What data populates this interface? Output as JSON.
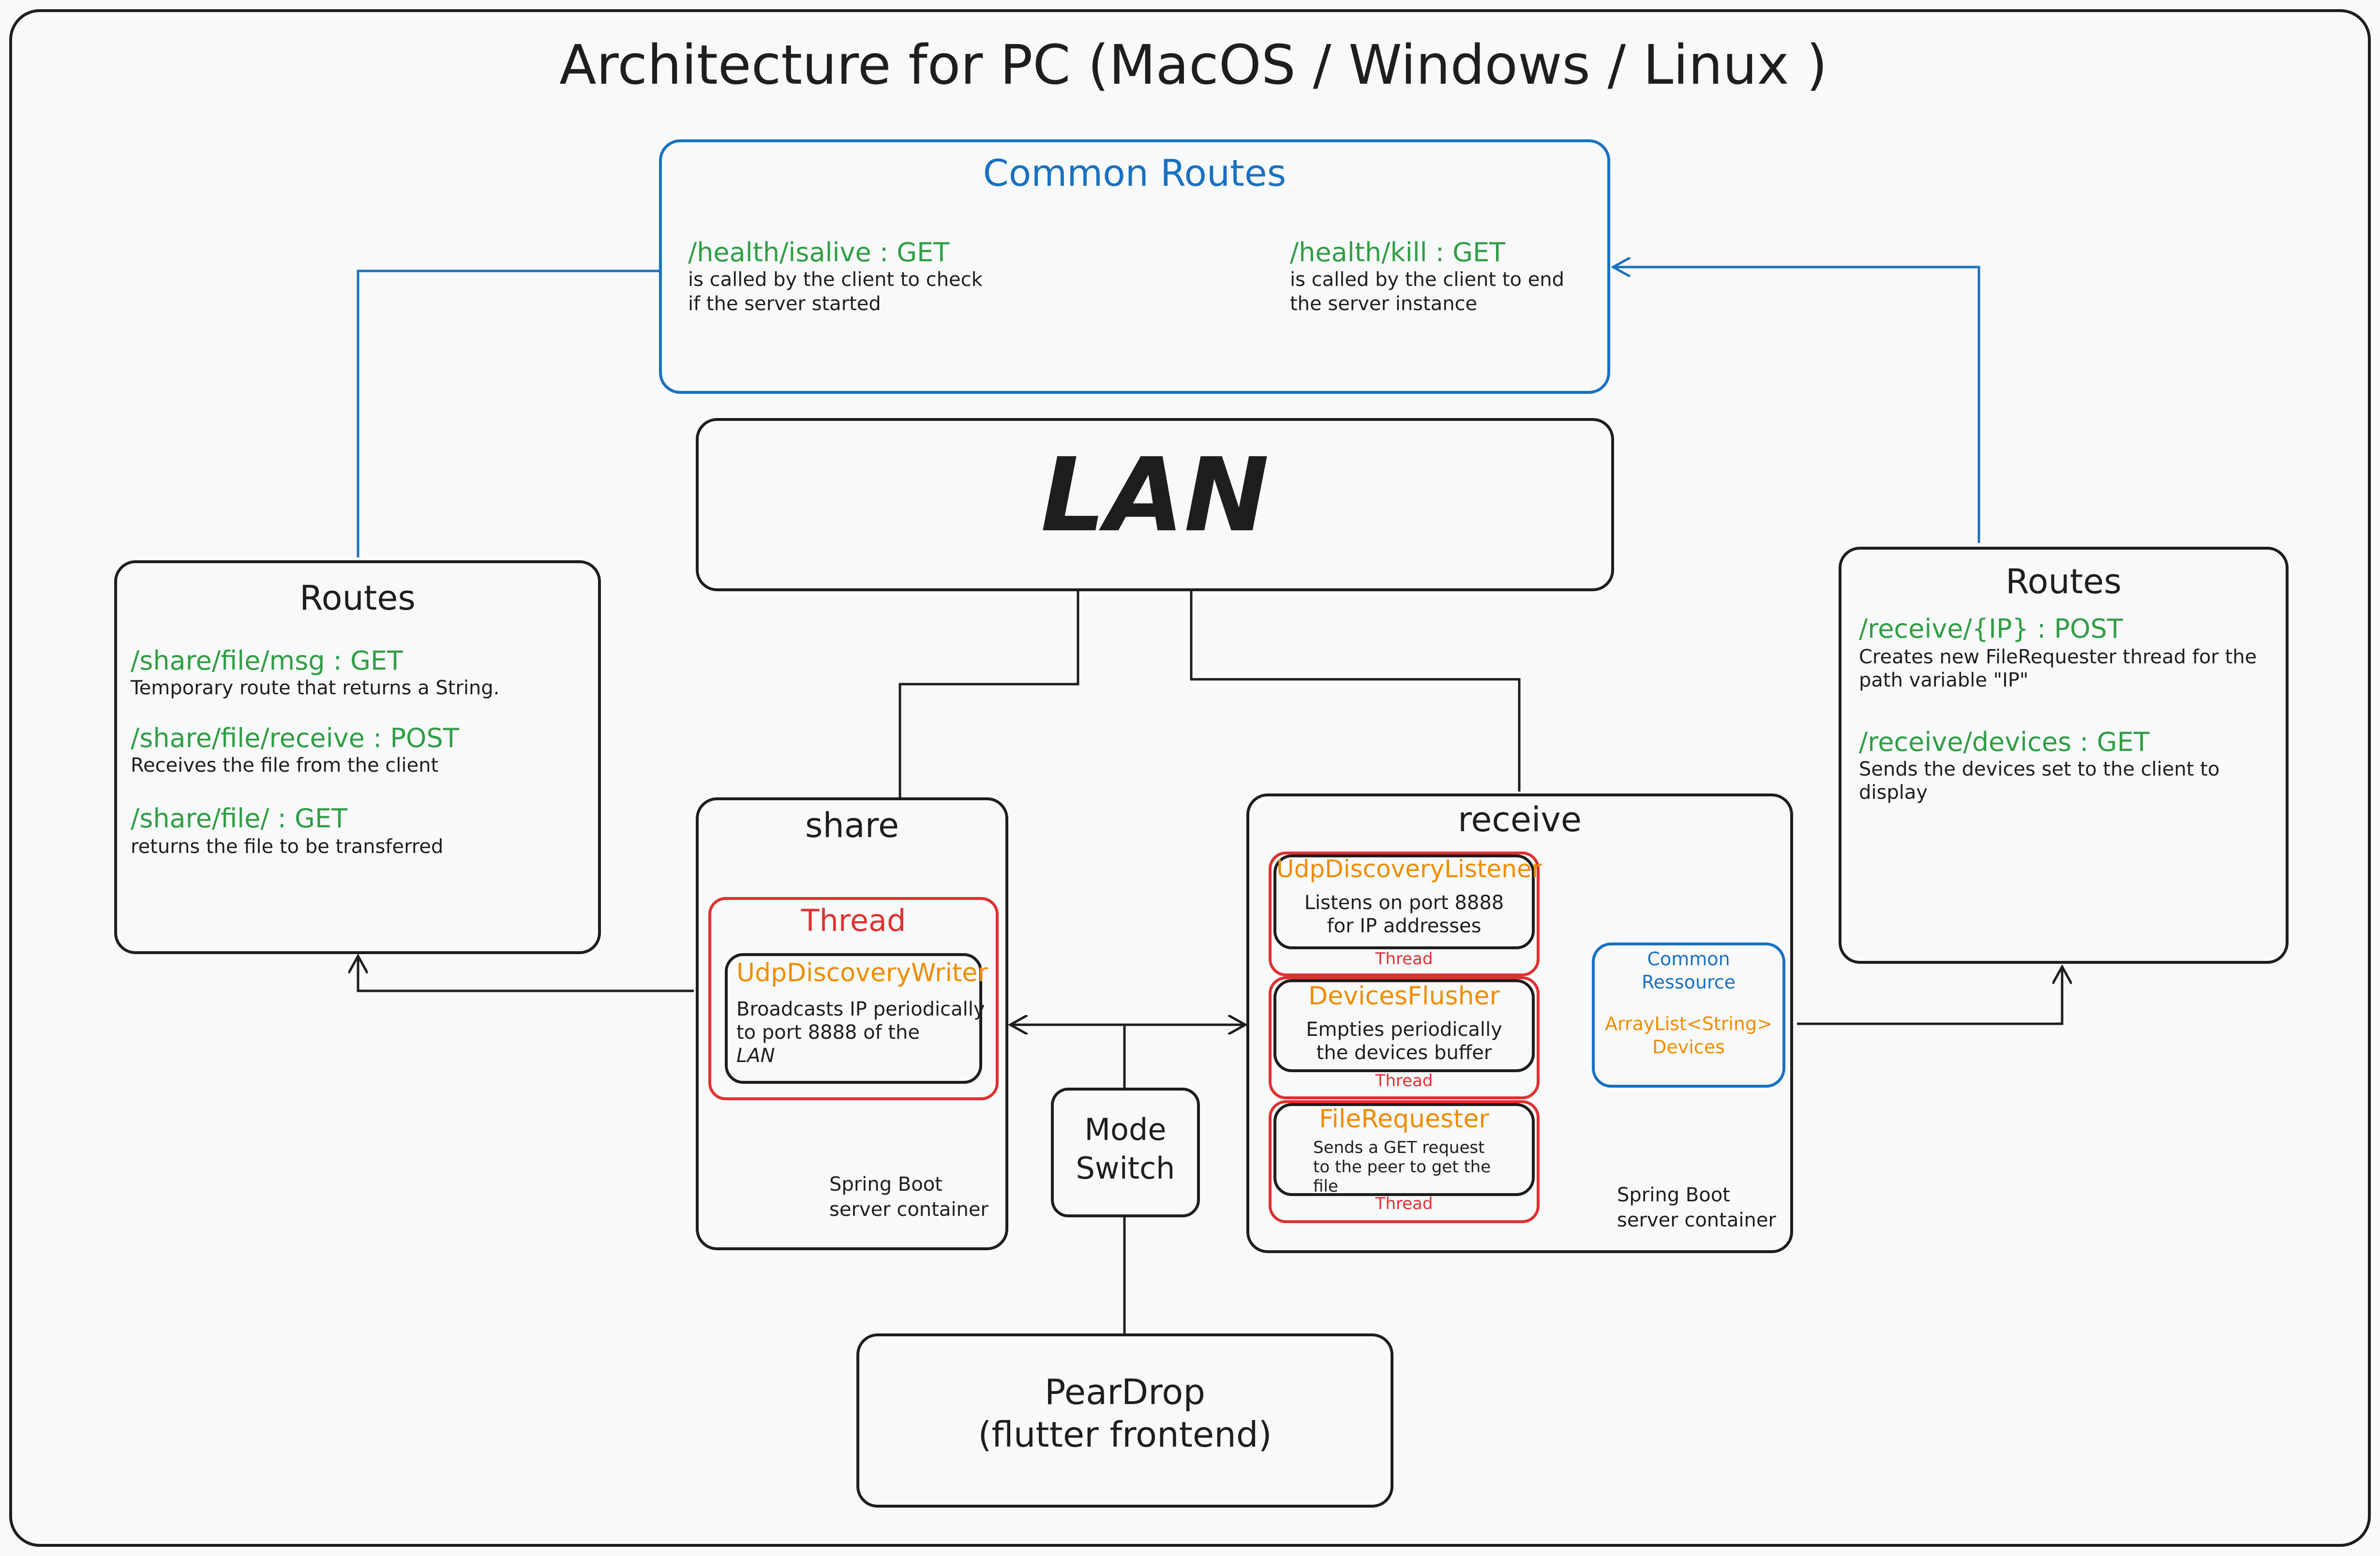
{
  "title": "Architecture for PC (MacOS / Windows / Linux )",
  "common_routes": {
    "heading": "Common Routes",
    "routes": [
      {
        "path": "/health/isalive : GET",
        "desc_lines": [
          "is called by the client to check",
          "if the server started"
        ]
      },
      {
        "path": "/health/kill : GET",
        "desc_lines": [
          "is called by the client to end",
          "the server instance"
        ]
      }
    ]
  },
  "lan": {
    "label": "LAN"
  },
  "share_routes": {
    "heading": "Routes",
    "routes": [
      {
        "path": "/share/file/msg : GET",
        "desc": "Temporary route that returns a String."
      },
      {
        "path": "/share/file/receive : POST",
        "desc": "Receives the file from the client"
      },
      {
        "path": "/share/file/ : GET",
        "desc": "returns the file to be transferred"
      }
    ]
  },
  "receive_routes": {
    "heading": "Routes",
    "routes": [
      {
        "path": "/receive/{IP} : POST",
        "desc_lines": [
          "Creates new FileRequester thread for the",
          "path variable \"IP\""
        ]
      },
      {
        "path": "/receive/devices : GET",
        "desc_lines": [
          "Sends the devices set to the client to",
          "display"
        ]
      }
    ]
  },
  "share": {
    "heading": "share",
    "thread_label": "Thread",
    "writer": {
      "name": "UdpDiscoveryWriter",
      "desc_lines": [
        "Broadcasts IP periodically",
        "to port 8888 of the",
        "LAN"
      ]
    },
    "container_lines": [
      "Spring Boot",
      "server container"
    ]
  },
  "receive": {
    "heading": "receive",
    "threads": [
      {
        "name": "UdpDiscoveryListener",
        "desc_lines": [
          "Listens on port 8888",
          "for IP addresses"
        ],
        "tag": "Thread"
      },
      {
        "name": "DevicesFlusher",
        "desc_lines": [
          "Empties periodically",
          "the devices buffer"
        ],
        "tag": "Thread"
      },
      {
        "name": "FileRequester",
        "desc_lines": [
          "Sends a GET request",
          "to the peer to get the",
          "file"
        ],
        "tag": "Thread"
      }
    ],
    "common_resource": {
      "lines": [
        "Common",
        "Ressource"
      ],
      "type_lines": [
        "ArrayList<String>",
        "Devices"
      ]
    },
    "container_lines": [
      "Spring Boot",
      "server container"
    ]
  },
  "mode_switch": {
    "lines": [
      "Mode",
      "Switch"
    ]
  },
  "peardrop": {
    "lines": [
      "PearDrop",
      "(flutter frontend)"
    ]
  },
  "colors": {
    "stroke": "#1e1e1e",
    "blue": "#1971c2",
    "green": "#2f9e44",
    "orange": "#f08c00",
    "red": "#e03131",
    "background": "#f8f9fa"
  }
}
